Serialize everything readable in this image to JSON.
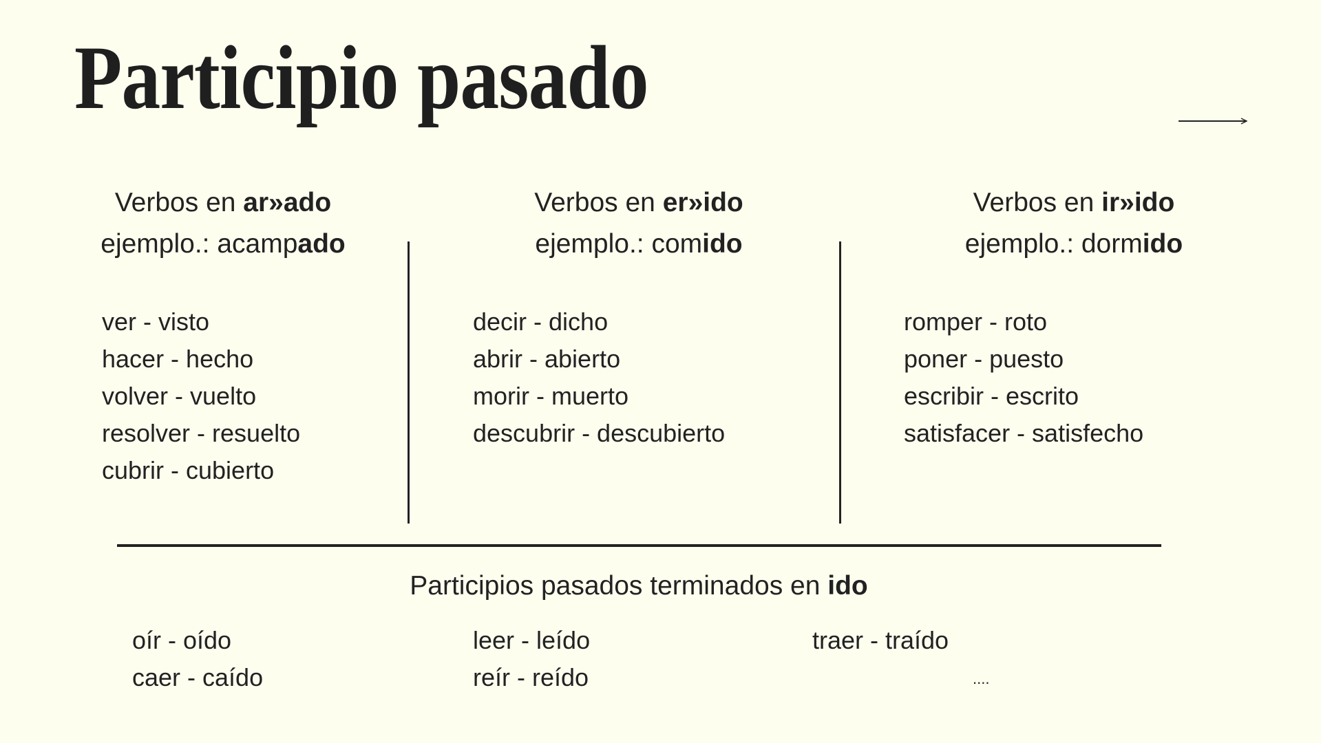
{
  "title": "Participio pasado",
  "columns": [
    {
      "header_prefix": "Verbos en ",
      "header_bold": "ar»ado",
      "example_prefix": "ejemplo.: acamp",
      "example_bold": "ado",
      "items": [
        "ver - visto",
        "hacer - hecho",
        "volver - vuelto",
        "resolver - resuelto",
        "cubrir - cubierto"
      ]
    },
    {
      "header_prefix": "Verbos en ",
      "header_bold": "er»ido",
      "example_prefix": "ejemplo.: com",
      "example_bold": "ido",
      "items": [
        "decir - dicho",
        "abrir - abierto",
        "morir - muerto",
        "descubrir - descubierto"
      ]
    },
    {
      "header_prefix": "Verbos en ",
      "header_bold": "ir»ido",
      "example_prefix": "ejemplo.: dorm",
      "example_bold": "ido",
      "items": [
        "romper - roto",
        "poner - puesto",
        "escribir - escrito",
        "satisfacer - satisfecho"
      ]
    }
  ],
  "bottom": {
    "title_prefix": "Participios pasados terminados en ",
    "title_bold": "ido",
    "col1": [
      "oír - oído",
      "caer - caído"
    ],
    "col2": [
      "leer - leído",
      "reír - reído"
    ],
    "col3": [
      "traer - traído"
    ],
    "ellipsis": "...."
  }
}
